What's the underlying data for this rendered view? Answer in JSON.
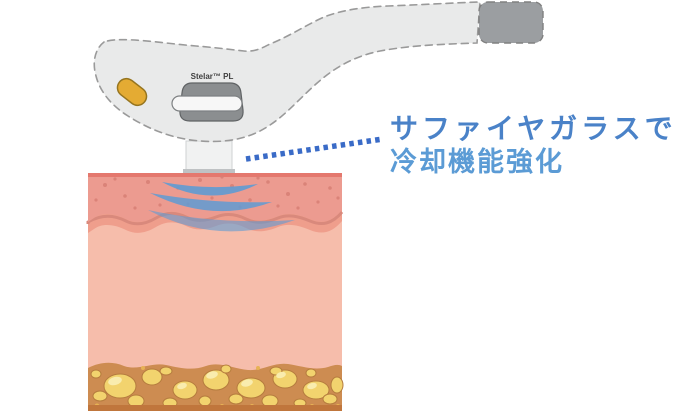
{
  "figure": {
    "type": "medical-device-illustration",
    "subject": "IPL handpiece with sapphire-glass tip applied to a skin cross-section with cooling waves"
  },
  "callout": {
    "line1": "サファイヤガラスで",
    "line2": "冷却機能強化",
    "line1_color": "#4a82c8",
    "line2_color": "#5b9bd5",
    "dotted_line_color": "#3a6bc7"
  },
  "device": {
    "label": "Stelar™ PL",
    "body_color": "#e9eaea",
    "outline_color": "#9a9a9a",
    "connector_color": "#9b9ea1",
    "button_color": "#e4ab33",
    "knob_color": "#8b8e90",
    "knob_band_color": "#f7f7f7",
    "tip_color": "#f1f2f2"
  },
  "skin": {
    "epidermis_color": "#ec9b90",
    "epidermis_border_color": "#e4786e",
    "transition_color": "#ef9e8c",
    "dermis_color": "#f6bdab",
    "fat_background_color": "#cd8c51",
    "fat_cell_color": "#f2d36e",
    "fat_cell_highlight_color": "#f9ecae",
    "fat_bottom_strip_color": "#c0763c",
    "cooling_wave_color": "#5f9bd3",
    "speckle_color": "#d87f74"
  }
}
